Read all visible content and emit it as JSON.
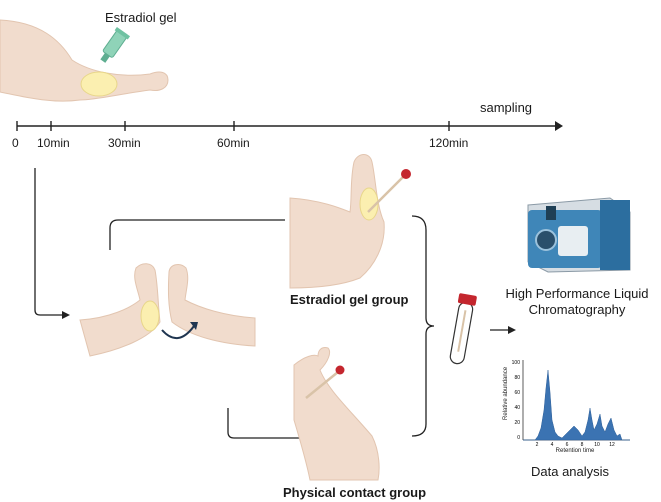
{
  "title_gel": "Estradiol gel",
  "timeline": {
    "label": "sampling",
    "ticks": [
      "0",
      "10min",
      "30min",
      "60min",
      "120min"
    ]
  },
  "groups": {
    "estradiol": "Estradiol gel group",
    "contact": "Physical contact group"
  },
  "instrument": {
    "line1": "High Performance Liquid",
    "line2": "Chromatography"
  },
  "chromatogram": {
    "ylabel": "Relative abundance",
    "xlabel": "Retention time",
    "yticks": [
      "100",
      "80",
      "60",
      "40",
      "20",
      "0"
    ],
    "xticks": [
      "2",
      "4",
      "6",
      "8",
      "10",
      "12"
    ]
  },
  "analysis": "Data analysis",
  "colors": {
    "skin": "#f1dccd",
    "skin_shade": "#e2c5b0",
    "gel": "#fbefb0",
    "tube_green": "#8fd3b8",
    "cap_red": "#c4262e",
    "instrument": "#3f86b8",
    "peak": "#3b73b2"
  }
}
